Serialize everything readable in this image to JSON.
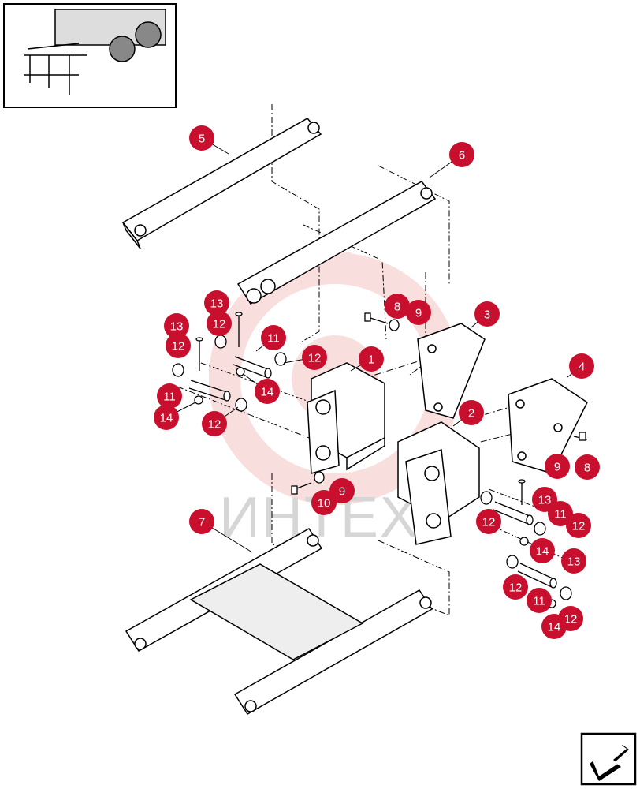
{
  "diagram": {
    "watermark_text": "ИНТЕХ",
    "callout_color": "#c8102e",
    "watermark_color": "#f3b7b7",
    "callouts": [
      {
        "label": "5"
      },
      {
        "label": "6"
      },
      {
        "label": "3"
      },
      {
        "label": "4"
      },
      {
        "label": "2"
      },
      {
        "label": "1"
      },
      {
        "label": "13"
      },
      {
        "label": "12"
      },
      {
        "label": "13"
      },
      {
        "label": "12"
      },
      {
        "label": "11"
      },
      {
        "label": "12"
      },
      {
        "label": "11"
      },
      {
        "label": "14"
      },
      {
        "label": "12"
      },
      {
        "label": "14"
      },
      {
        "label": "8"
      },
      {
        "label": "9"
      },
      {
        "label": "9"
      },
      {
        "label": "10"
      },
      {
        "label": "9"
      },
      {
        "label": "8"
      },
      {
        "label": "7"
      },
      {
        "label": "13"
      },
      {
        "label": "11"
      },
      {
        "label": "12"
      },
      {
        "label": "12"
      },
      {
        "label": "14"
      },
      {
        "label": "13"
      },
      {
        "label": "12"
      },
      {
        "label": "11"
      },
      {
        "label": "12"
      },
      {
        "label": "14"
      }
    ]
  },
  "thumbnail": {
    "icon": "grader-ripper-thumbnail"
  },
  "navigation": {
    "icon": "next-page-arrow-icon"
  }
}
